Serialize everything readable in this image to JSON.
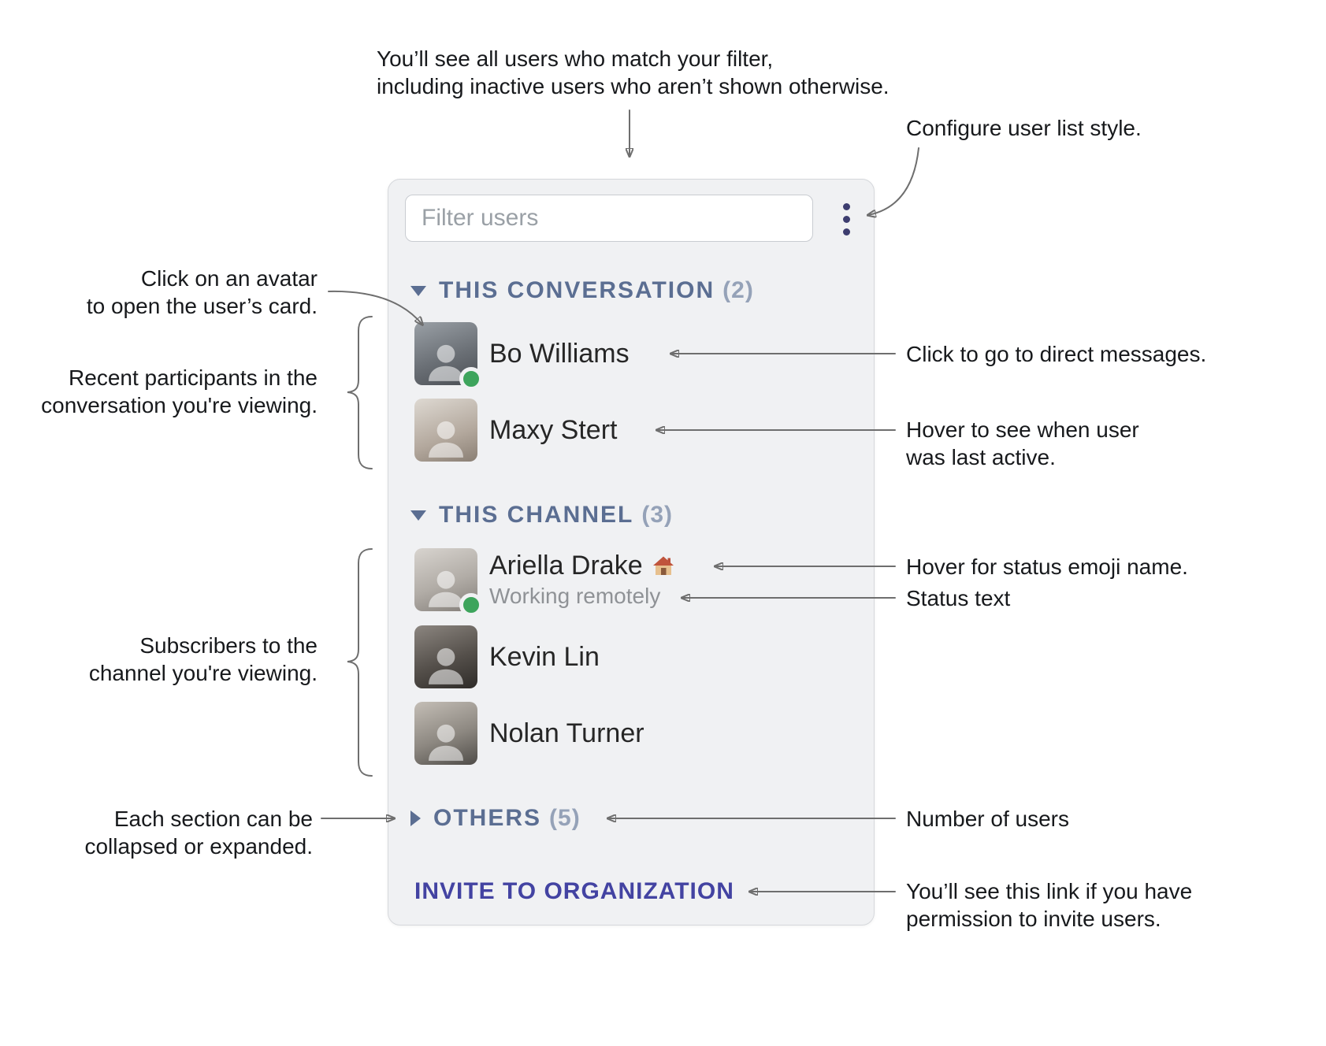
{
  "colors": {
    "panel_background": "#f0f1f3",
    "section_header": "#5b6e92",
    "invite_link": "#4343a2",
    "presence_online": "#3da45c",
    "menu_icon": "#3d3d6f",
    "annotation_line": "#6e6e6e"
  },
  "panel": {
    "filter": {
      "placeholder": "Filter users",
      "value": ""
    },
    "menu_icon": "vertical-ellipsis",
    "sections": [
      {
        "label": "THIS CONVERSATION",
        "count": "(2)",
        "state": "expanded",
        "users": [
          {
            "name": "Bo Williams",
            "online": true
          },
          {
            "name": "Maxy Stert",
            "online": false
          }
        ]
      },
      {
        "label": "THIS CHANNEL",
        "count": "(3)",
        "state": "expanded",
        "users": [
          {
            "name": "Ariella Drake",
            "status_emoji": "🏠",
            "status_text": "Working remotely",
            "online": true
          },
          {
            "name": "Kevin Lin",
            "online": false
          },
          {
            "name": "Nolan Turner",
            "online": false
          }
        ]
      },
      {
        "label": "OTHERS",
        "count": "(5)",
        "state": "collapsed",
        "users": []
      }
    ],
    "invite_link": "INVITE TO ORGANIZATION"
  },
  "annotations": {
    "top_note": "You’ll see all users who match your filter,\nincluding inactive users who aren’t shown otherwise.",
    "configure_note": "Configure user list style.",
    "avatar_note": "Click on an avatar\nto open the user’s card.",
    "participants_note": "Recent participants in the\nconversation you're viewing.",
    "dm_note": "Click to go to direct messages.",
    "last_active_note": "Hover to see when user\nwas last active.",
    "status_emoji_note": "Hover for status emoji name.",
    "status_text_note": "Status text",
    "subscribers_note": "Subscribers to the\nchannel you're viewing.",
    "collapse_note": "Each section can be\ncollapsed or expanded.",
    "count_note": "Number of users",
    "invite_note": "You’ll see this link if you have\npermission to invite users."
  }
}
